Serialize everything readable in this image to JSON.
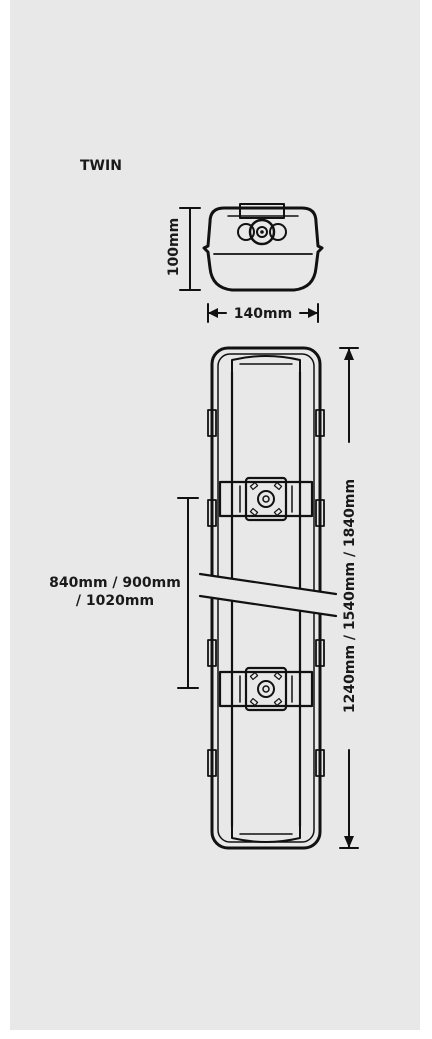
{
  "title": "TWIN",
  "dimensions": {
    "end_height": "100mm",
    "end_width": "140mm",
    "fixing_centres_line1": "840mm / 900mm",
    "fixing_centres_line2": "/ 1020mm",
    "overall_length": "1240mm / 1540mm / 1840mm"
  },
  "colors": {
    "background": "#e8e8e8",
    "line": "#111111"
  }
}
